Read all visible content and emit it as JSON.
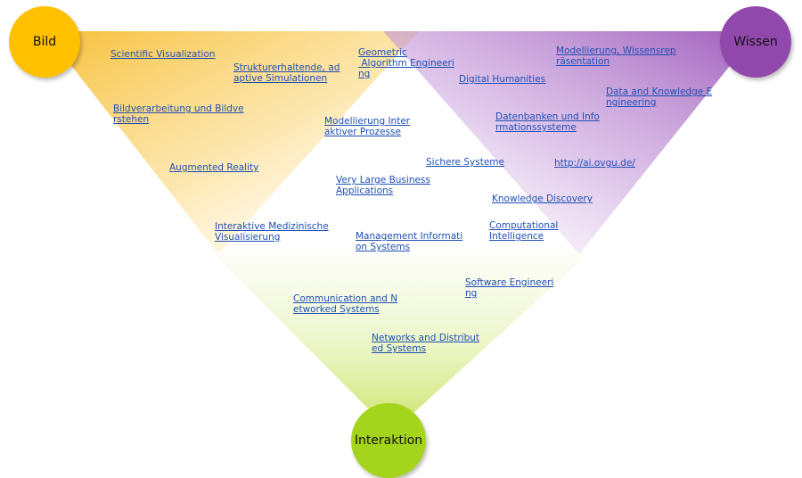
{
  "nodes": {
    "bild": "Bild",
    "wissen": "Wissen",
    "interaktion": "Interaktion"
  },
  "colors": {
    "bild": "#ffc000",
    "wissen": "#9148ac",
    "interaktion": "#a4d41c",
    "link": "#1f4fb5"
  },
  "links": [
    "Scientific Visualization",
    "Strukturerhaltende, ad\naptive Simulationen",
    "Geometric\n Algorithm Engineeri\nng",
    "Digital Humanities",
    "Modellierung, Wissensrep\nräsentation",
    "Data and Knowledge E\nngineering",
    "Bildverarbeitung und Bildve\nrstehen",
    "Modellierung Inter\naktiver Prozesse",
    "Datenbanken und Info\nrmationssysteme",
    "Sichere Systeme",
    "http://ai.ovgu.de/",
    "Augmented Reality",
    "Very Large Business\nApplications",
    "Knowledge Discovery",
    "Interaktive Medizinische\nVisualisierung",
    "Management Informati\non Systems",
    "Computational\nIntelligence",
    "Software Engineeri\nng",
    "Communication and N\networked Systems",
    "Networks and Distribut\ned Systems"
  ]
}
